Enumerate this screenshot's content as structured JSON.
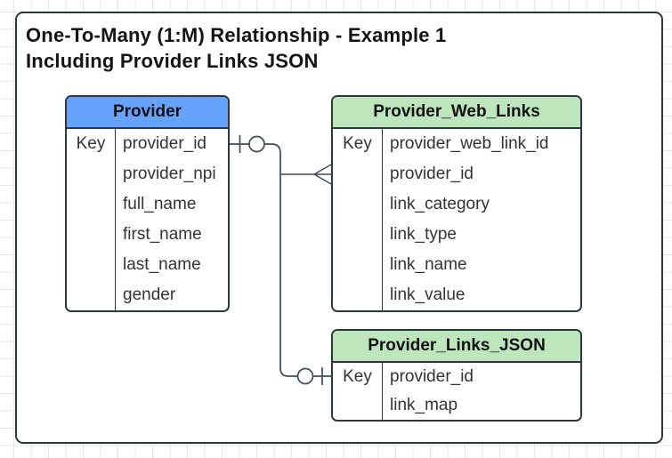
{
  "title": {
    "line1": "One-To-Many (1:M) Relationship - Example 1",
    "line2": "Including Provider Links JSON"
  },
  "colors": {
    "provider_header_fill": "#66a3ff",
    "links_header_fill": "#bde6bd",
    "shape_border": "#2f363f",
    "connector_stroke": "#414c58",
    "grid_line": "#e7e7e7",
    "canvas_fill": "#ffffff"
  },
  "tables": {
    "provider": {
      "title": "Provider",
      "rows": [
        {
          "key": "Key",
          "field": "provider_id"
        },
        {
          "key": "",
          "field": "provider_npi"
        },
        {
          "key": "",
          "field": "full_name"
        },
        {
          "key": "",
          "field": "first_name"
        },
        {
          "key": "",
          "field": "last_name"
        },
        {
          "key": "",
          "field": "gender"
        }
      ]
    },
    "provider_web_links": {
      "title": "Provider_Web_Links",
      "rows": [
        {
          "key": "Key",
          "field": "provider_web_link_id"
        },
        {
          "key": "",
          "field": "provider_id"
        },
        {
          "key": "",
          "field": "link_category"
        },
        {
          "key": "",
          "field": "link_type"
        },
        {
          "key": "",
          "field": "link_name"
        },
        {
          "key": "",
          "field": "link_value"
        }
      ]
    },
    "provider_links_json": {
      "title": "Provider_Links_JSON",
      "rows": [
        {
          "key": "Key",
          "field": "provider_id"
        },
        {
          "key": "",
          "field": "link_map"
        }
      ]
    }
  },
  "relationships": [
    {
      "from": "Provider.provider_id",
      "to": "Provider_Web_Links.provider_id",
      "from_symbol": "one-optional (bar + circle)",
      "to_symbol": "many (crow's foot)"
    },
    {
      "from": "Provider.provider_id",
      "to": "Provider_Links_JSON.provider_id",
      "from_symbol": "one-optional (bar + circle)",
      "to_symbol": "zero-or-one (circle + bar)"
    }
  ]
}
